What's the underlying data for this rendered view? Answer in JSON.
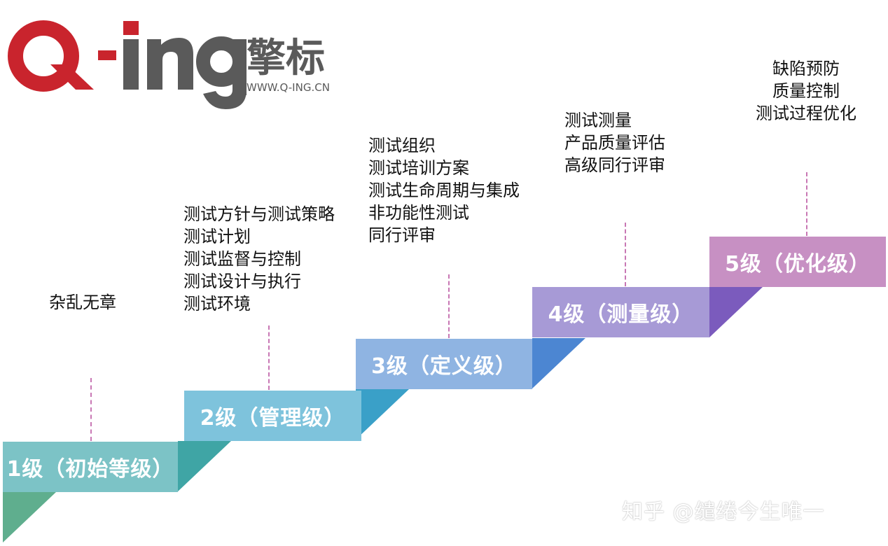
{
  "logo": {
    "brand": "Q-ing",
    "cn": "擎标",
    "url": "WWW.Q-ING.CN"
  },
  "levels": [
    {
      "label": "1级（初始等级）",
      "desc": [
        "杂乱无章"
      ],
      "color": "#7cc3c6",
      "corner": "#5fae8e"
    },
    {
      "label": "2级（管理级）",
      "desc": [
        "测试方针与测试策略",
        "测试计划",
        "测试监督与控制",
        "测试设计与执行",
        "测试环境"
      ],
      "color": "#7ec3dc",
      "corner": "#3fa5a5"
    },
    {
      "label": "3级（定义级）",
      "desc": [
        "测试组织",
        "测试培训方案",
        "测试生命周期与集成",
        "非功能性测试",
        "同行评审"
      ],
      "color": "#8fb4e2",
      "corner": "#3aa0c8"
    },
    {
      "label": "4级（测量级）",
      "desc": [
        "测试测量",
        "产品质量评估",
        "高级同行评审"
      ],
      "color": "#a79ad6",
      "corner": "#4c86d2"
    },
    {
      "label": "5级（优化级）",
      "desc": [
        "缺陷预防",
        "质量控制",
        "测试过程优化"
      ],
      "color": "#c790c3",
      "corner": "#7b5bbd"
    }
  ],
  "watermark": "知乎 @缱绻今生唯一"
}
